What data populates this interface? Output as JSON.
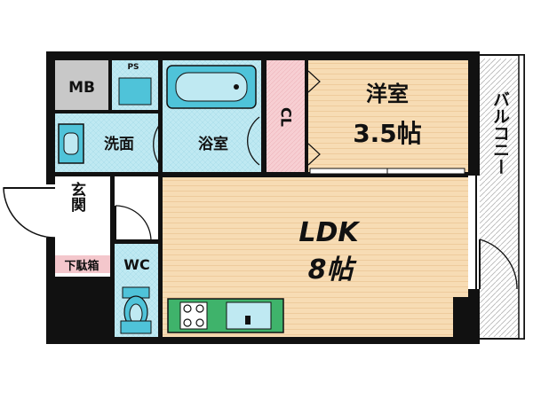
{
  "rooms": {
    "mb": "MB",
    "ps": "PS",
    "western_room_name": "洋室",
    "western_room_size": "3.5帖",
    "closet": "CL",
    "washroom": "洗面",
    "bathroom": "浴室",
    "entrance": "玄関",
    "shoe_box": "下駄箱",
    "wc": "WC",
    "ldk_name": "LDK",
    "ldk_size": "8帖",
    "balcony": "バルコニー"
  },
  "colors": {
    "wall": "#111111",
    "floor_wood": "#f7dcb4",
    "floor_wet": "#bfe9f2",
    "fixture_blue": "#4fc3d9",
    "kitchen_green": "#3fb36b",
    "closet_pink": "#f7cfd3",
    "shoe_pink": "#f4c7cc",
    "mb_gray": "#c8c8c8",
    "balcony_gray": "#e6e6e6"
  }
}
